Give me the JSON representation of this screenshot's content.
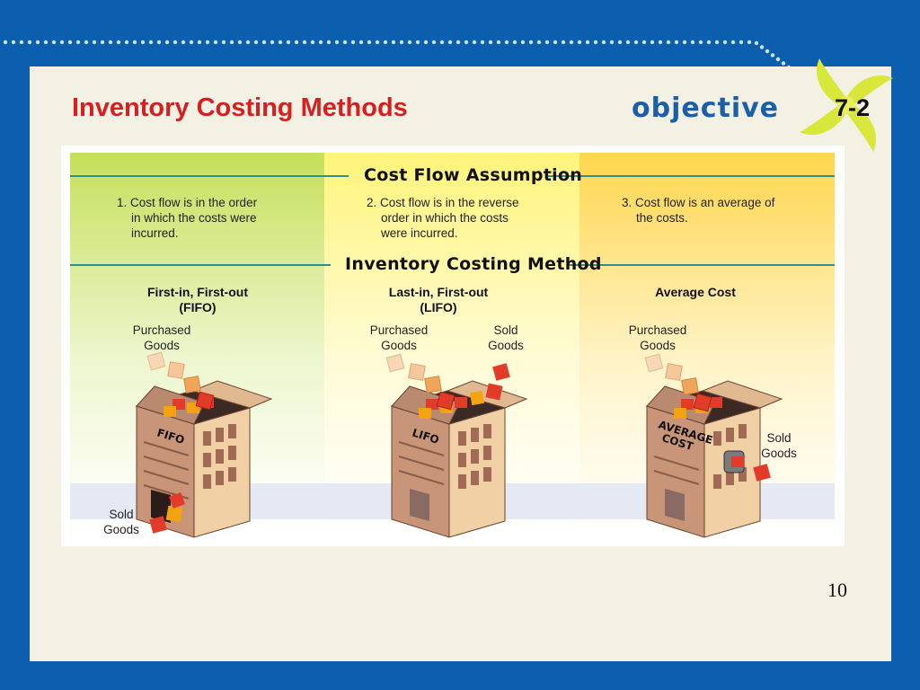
{
  "slide": {
    "title": "Inventory Costing Methods",
    "objective_label": "objective",
    "objective_number": "7-2",
    "page_number": "10"
  },
  "diagram": {
    "cost_flow_heading": "Cost Flow Assumption",
    "costing_method_heading": "Inventory Costing Method",
    "columns": [
      {
        "assumption": [
          "1. Cost flow is in the order",
          "in which the costs were",
          "incurred."
        ],
        "method": [
          "First-in, First-out",
          "(FIFO)"
        ],
        "building_sign": "FIFO",
        "purchased_label": [
          "Purchased",
          "Goods"
        ],
        "sold_label": [
          "Sold",
          "Goods"
        ]
      },
      {
        "assumption": [
          "2. Cost flow is in the reverse",
          "order in which the costs",
          "were incurred."
        ],
        "method": [
          "Last-in, First-out",
          "(LIFO)"
        ],
        "building_sign": "LIFO",
        "purchased_label": [
          "Purchased",
          "Goods"
        ],
        "sold_label": [
          "Sold",
          "Goods"
        ]
      },
      {
        "assumption": [
          "3. Cost flow is an average of",
          "the costs."
        ],
        "method": [
          "Average Cost"
        ],
        "building_sign": [
          "AVERAGE",
          "COST"
        ],
        "purchased_label": [
          "Purchased",
          "Goods"
        ],
        "sold_label": [
          "Sold",
          "Goods"
        ]
      }
    ]
  },
  "colors": {
    "frame_blue": "#0b5fae",
    "title_red": "#d6201f",
    "objective_blue": "#1c5fa9",
    "green_zone": "#c6df5a",
    "yellow_zone": "#fff47a",
    "orange_zone": "#ffd64d",
    "divider_teal": "#2e8f8f"
  }
}
